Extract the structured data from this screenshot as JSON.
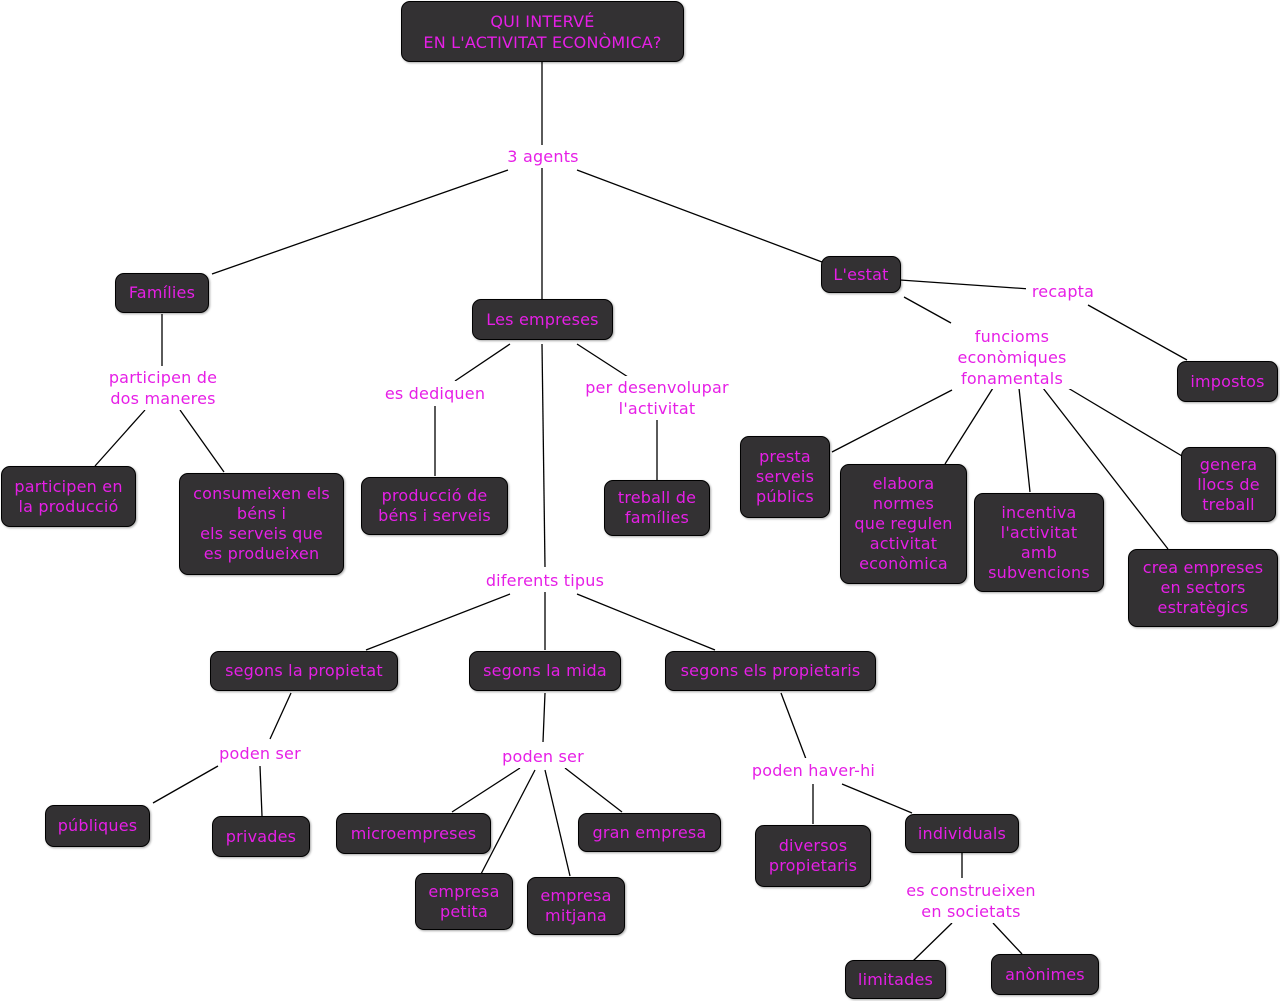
{
  "colors": {
    "node_fill": "#333133",
    "text": "#e61fe6",
    "link": "#000000"
  },
  "root": {
    "title": "QUI INTERVÉ\nEN L'ACTIVITAT ECONÒMICA?"
  },
  "links": {
    "agents": "3 agents",
    "families_ways": "participen de\ndos maneres",
    "companies_devote": "es dediquen",
    "companies_develop": "per desenvolupar\nl'activitat",
    "companies_types": "diferents tipus",
    "ownership_can_be": "poden ser",
    "size_can_be": "poden ser",
    "owners_can_be": "poden haver-hi",
    "individuals_build": "es construeixen\nen societats",
    "state_collects": "recapta",
    "state_functions": "funcioms\neconòmiques\nfonamentals"
  },
  "nodes": {
    "families": "Famílies",
    "companies": "Les empreses",
    "state": "L'estat",
    "participate_production": "participen en\nla producció",
    "consume": "consumeixen els\nbéns i\nels serveis que\nes produeixen",
    "goods_services": "producció de\nbéns i serveis",
    "family_work": "treball de\nfamílies",
    "by_ownership": "segons la propietat",
    "by_size": "segons la mida",
    "by_owners": "segons els propietaris",
    "public": "públiques",
    "private": "privades",
    "micro": "microempreses",
    "small": "empresa\npetita",
    "medium": "empresa\nmitjana",
    "large": "gran empresa",
    "several_owners": "diversos\npropietaris",
    "individuals": "individuals",
    "limited": "limitades",
    "anonymous": "anònimes",
    "taxes": "impostos",
    "public_services": "presta\nserveis\npúblics",
    "regulations": "elabora\nnormes\nque regulen\nactivitat\neconòmica",
    "subsidies": "incentiva\nl'activitat\namb\nsubvencions",
    "jobs": "genera\nllocs de\ntreball",
    "strategic": "crea empreses\nen sectors\nestratègics"
  }
}
